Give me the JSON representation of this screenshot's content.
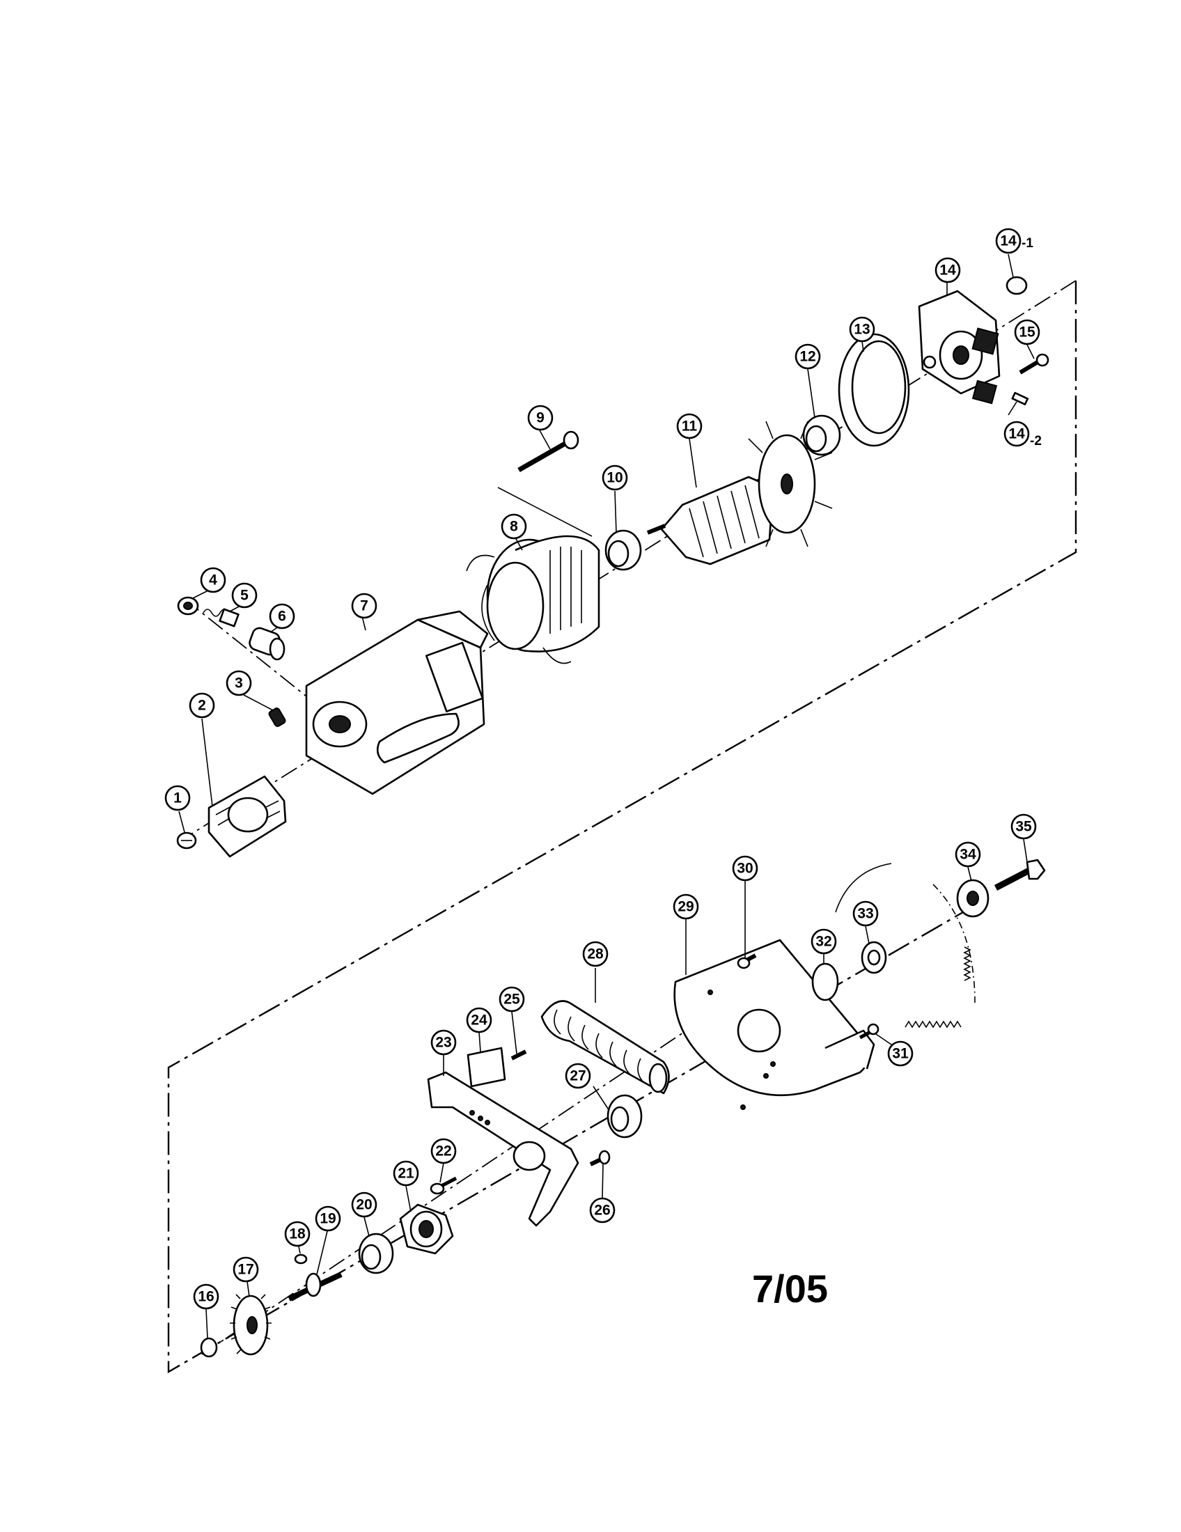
{
  "document": {
    "page_code": "7/05"
  },
  "parts": [
    {
      "id": "p1",
      "label": "1"
    },
    {
      "id": "p2",
      "label": "2"
    },
    {
      "id": "p3",
      "label": "3"
    },
    {
      "id": "p4",
      "label": "4"
    },
    {
      "id": "p5",
      "label": "5"
    },
    {
      "id": "p6",
      "label": "6"
    },
    {
      "id": "p7",
      "label": "7"
    },
    {
      "id": "p8",
      "label": "8"
    },
    {
      "id": "p9",
      "label": "9"
    },
    {
      "id": "p10",
      "label": "10"
    },
    {
      "id": "p11",
      "label": "11"
    },
    {
      "id": "p12",
      "label": "12"
    },
    {
      "id": "p13",
      "label": "13"
    },
    {
      "id": "p14",
      "label": "14"
    },
    {
      "id": "p14a",
      "label": "14",
      "suffix": "-1"
    },
    {
      "id": "p14b",
      "label": "14",
      "suffix": "-2"
    },
    {
      "id": "p15",
      "label": "15"
    },
    {
      "id": "p16",
      "label": "16"
    },
    {
      "id": "p17",
      "label": "17"
    },
    {
      "id": "p18",
      "label": "18"
    },
    {
      "id": "p19",
      "label": "19"
    },
    {
      "id": "p20",
      "label": "20"
    },
    {
      "id": "p21",
      "label": "21"
    },
    {
      "id": "p22",
      "label": "22"
    },
    {
      "id": "p23",
      "label": "23"
    },
    {
      "id": "p24",
      "label": "24"
    },
    {
      "id": "p25",
      "label": "25"
    },
    {
      "id": "p26",
      "label": "26"
    },
    {
      "id": "p27",
      "label": "27"
    },
    {
      "id": "p28",
      "label": "28"
    },
    {
      "id": "p29",
      "label": "29"
    },
    {
      "id": "p30",
      "label": "30"
    },
    {
      "id": "p31",
      "label": "31"
    },
    {
      "id": "p32",
      "label": "32"
    },
    {
      "id": "p33",
      "label": "33"
    },
    {
      "id": "p34",
      "label": "34"
    },
    {
      "id": "p35",
      "label": "35"
    }
  ]
}
